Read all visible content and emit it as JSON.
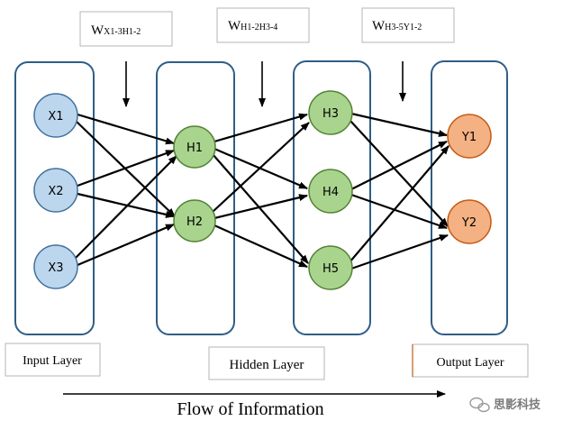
{
  "weights": {
    "w1": {
      "lead": "W",
      "sub": "X1-3H1-2"
    },
    "w2": {
      "lead": "W",
      "sub": "H1-2H3-4"
    },
    "w3": {
      "lead": "W",
      "sub": "H3-5Y1-2"
    }
  },
  "nodes": {
    "x1": "X1",
    "x2": "X2",
    "x3": "X3",
    "h1": "H1",
    "h2": "H2",
    "h3": "H3",
    "h4": "H4",
    "h5": "H5",
    "y1": "Y1",
    "y2": "Y2"
  },
  "labels": {
    "input_layer": "Input Layer",
    "hidden_layer": "Hidden Layer",
    "output_layer": "Output Layer",
    "flow": "Flow of Information"
  },
  "watermark": {
    "text": "思影科技"
  },
  "colors": {
    "input_node": "#bcd6ee",
    "hidden_node": "#a9d48e",
    "output_node": "#f4b183",
    "layer_border": "#2f5e86"
  }
}
